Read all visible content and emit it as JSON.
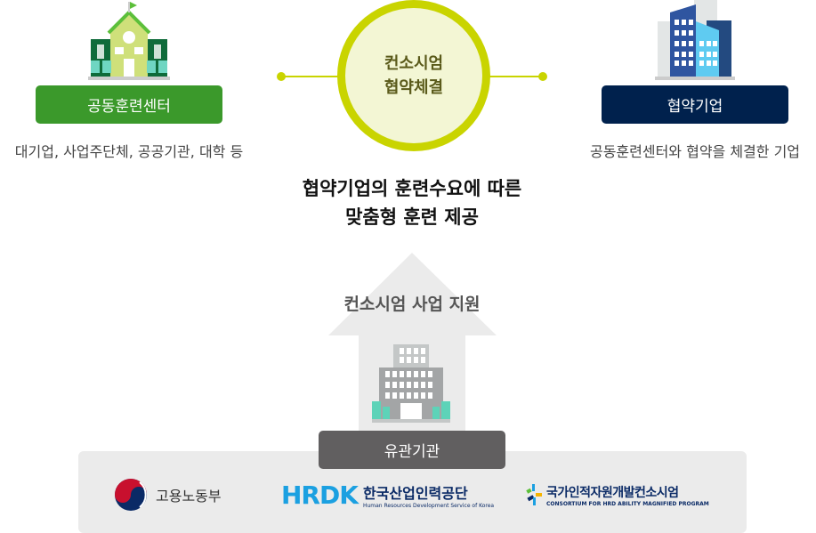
{
  "left": {
    "label": "공동훈련센터",
    "description": "대기업, 사업주단체, 공공기관, 대학 등",
    "color": "#3b992b"
  },
  "center": {
    "line1": "컨소시엄",
    "line2": "협약체결"
  },
  "right": {
    "label": "협약기업",
    "description": "공동훈련센터와 협약을 체결한 기업",
    "color": "#00214d"
  },
  "heading": {
    "line1": "협약기업의 훈련수요에 따른",
    "line2": "맞춤형 훈련 제공"
  },
  "support": {
    "label": "컨소시엄 사업 지원"
  },
  "agencies": {
    "label": "유관기관",
    "moel": {
      "name": "고용노동부"
    },
    "hrdk": {
      "mark": "HRDK",
      "name": "한국산업인력공단",
      "sub": "Human Resources Development Service of Korea"
    },
    "champ": {
      "name": "국가인적자원개발컨소시엄",
      "sub": "CONSORTIUM FOR HRD ABILITY MAGNIFIED PROGRAM"
    }
  }
}
